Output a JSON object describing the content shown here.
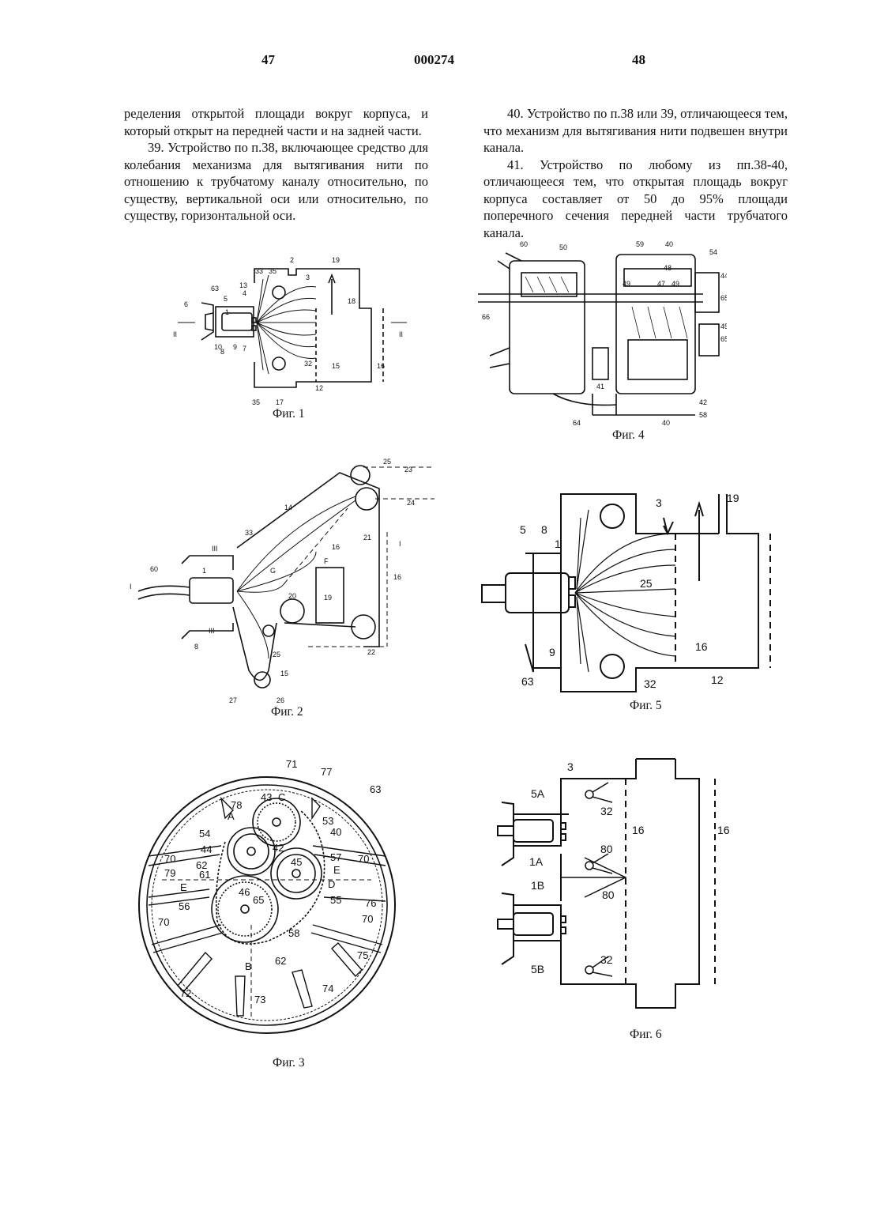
{
  "header": {
    "page_left": "47",
    "doc_number": "000274",
    "page_right": "48"
  },
  "left_column": {
    "p1": "ределения открытой площади вокруг корпуса, и который открыт на передней части и на задней части.",
    "p2": "39. Устройство по п.38, включающее средство для колебания механизма для вытягивания нити по отношению к трубчатому каналу относительно, по существу, вертикальной оси или относительно, по существу, горизонтальной оси."
  },
  "right_column": {
    "p1": "40. Устройство по п.38 или 39, отличающееся тем, что механизм для вытягивания нити подвешен внутри канала.",
    "p2": "41. Устройство по любому из пп.38-40, отличающееся тем, что открытая площадь вокруг корпуса составляет от 50 до 95% площади поперечного сечения передней части трубчатого канала."
  },
  "figures": {
    "fig1": {
      "caption": "Фиг. 1",
      "labels": [
        "63",
        "6",
        "5",
        "33",
        "35",
        "2",
        "3",
        "19",
        "13",
        "4",
        "18",
        "II",
        "II",
        "1",
        "10",
        "8",
        "9",
        "7",
        "32",
        "15",
        "16",
        "12",
        "35",
        "17"
      ]
    },
    "fig2": {
      "caption": "Фиг. 2",
      "labels": [
        "25",
        "23",
        "14",
        "24",
        "21",
        "33",
        "16",
        "III",
        "F",
        "I",
        "16",
        "60",
        "1",
        "G",
        "I",
        "19",
        "20",
        "8",
        "III",
        "25",
        "22",
        "15",
        "27",
        "26"
      ]
    },
    "fig3": {
      "caption": "Фиг. 3",
      "labels": [
        "71",
        "77",
        "63",
        "43",
        "C",
        "78",
        "A",
        "53",
        "54",
        "40",
        "44",
        "42",
        "70",
        "70",
        "62",
        "45",
        "57",
        "61",
        "E",
        "79",
        "E",
        "D",
        "46",
        "65",
        "55",
        "76",
        "56",
        "70",
        "70",
        "58",
        "62",
        "75",
        "B",
        "72",
        "73",
        "74"
      ]
    },
    "fig4": {
      "caption": "Фиг. 4",
      "labels": [
        "60",
        "50",
        "59",
        "40",
        "54",
        "48",
        "49",
        "47",
        "49",
        "44",
        "65",
        "66",
        "45",
        "65",
        "41",
        "42",
        "64",
        "58",
        "40"
      ]
    },
    "fig5": {
      "caption": "Фиг. 5",
      "labels": [
        "3",
        "19",
        "5",
        "8",
        "1",
        "25",
        "16",
        "9",
        "63",
        "32",
        "12"
      ]
    },
    "fig6": {
      "caption": "Фиг. 6",
      "labels": [
        "3",
        "5A",
        "32",
        "16",
        "16",
        "80",
        "1A",
        "80",
        "1B",
        "32",
        "5B"
      ]
    }
  }
}
